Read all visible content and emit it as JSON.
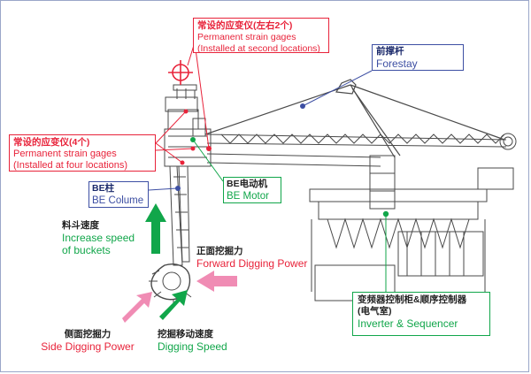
{
  "labels": {
    "strain_top": {
      "zh": "常设的应变仪(左右2个)",
      "en1": "Permanent strain gages",
      "en2": "(Installed at second locations)"
    },
    "strain_left": {
      "zh": "常设的应变仪(4个)",
      "en1": "Permanent strain gages",
      "en2": "(Installed at four locations)"
    },
    "forestay": {
      "zh": "前撑杆",
      "en": "Forestay"
    },
    "be_column": {
      "zh": "BE柱",
      "en": "BE Colume"
    },
    "be_motor": {
      "zh": "BE电动机",
      "en": "BE Motor"
    },
    "bucket_speed": {
      "zh": "料斗速度",
      "en1": "Increase speed",
      "en2": "of buckets"
    },
    "forward_power": {
      "zh": "正面挖掘力",
      "en": "Forward Digging Power"
    },
    "side_power": {
      "zh": "侧面挖掘力",
      "en": "Side Digging Power"
    },
    "digging_speed": {
      "zh": "挖掘移动速度",
      "en": "Digging Speed"
    },
    "inverter": {
      "zh1": "变频器控制柜&顺序控制器",
      "zh2": "(电气室)",
      "en": "Inverter & Sequencer"
    }
  },
  "colors": {
    "red": "#e8233a",
    "blue": "#3d4fa3",
    "green": "#11a64a",
    "pink": "#f08cb4",
    "machine": "#4a4a4a"
  }
}
